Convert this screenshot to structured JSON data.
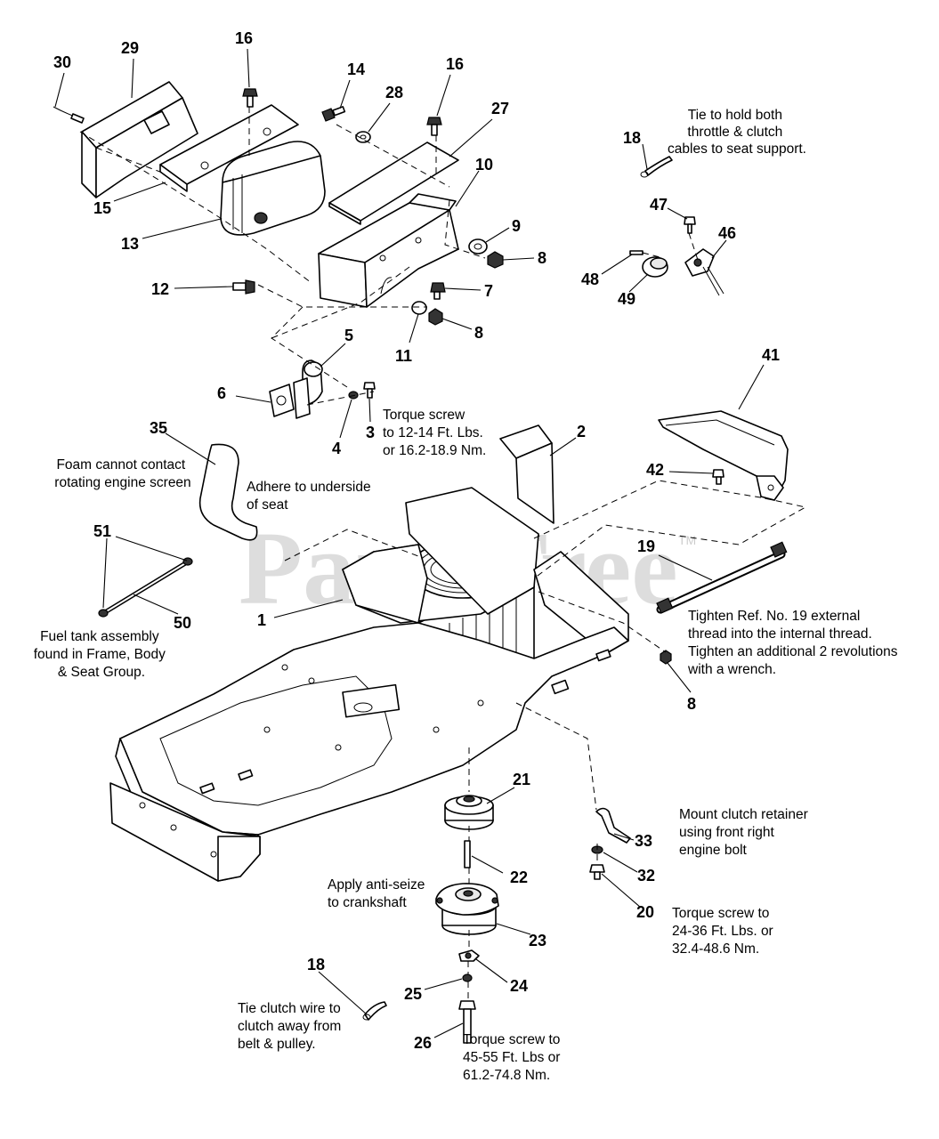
{
  "watermark": {
    "text": "PartsTree",
    "tm": "TM"
  },
  "callouts": [
    "30",
    "29",
    "16",
    "14",
    "28",
    "16",
    "27",
    "15",
    "10",
    "13",
    "9",
    "8",
    "12",
    "7",
    "8",
    "11",
    "5",
    "6",
    "4",
    "3",
    "35",
    "2",
    "41",
    "42",
    "51",
    "50",
    "1",
    "19",
    "8",
    "21",
    "22",
    "33",
    "32",
    "20",
    "23",
    "24",
    "25",
    "18",
    "26",
    "18",
    "47",
    "46",
    "48",
    "49"
  ],
  "notes": [
    [
      "Tie to hold both",
      "throttle & clutch",
      "cables to seat support."
    ],
    [
      "Torque screw",
      "to 12-14 Ft. Lbs.",
      "or 16.2-18.9 Nm."
    ],
    [
      "Foam cannot contact",
      "rotating engine screen"
    ],
    [
      "Adhere to underside",
      "of seat"
    ],
    [
      "Fuel tank assembly",
      "found in Frame, Body",
      "& Seat Group."
    ],
    [
      "Tighten Ref. No. 19 external",
      "thread into the internal thread.",
      "Tighten an additional 2 revolutions",
      "with a wrench."
    ],
    [
      "Mount clutch retainer",
      "using front right",
      "engine bolt"
    ],
    [
      "Apply anti-seize",
      "to crankshaft"
    ],
    [
      "Torque screw to",
      "24-36 Ft. Lbs. or",
      "32.4-48.6 Nm."
    ],
    [
      "Tie clutch wire to",
      "clutch away from",
      "belt & pulley."
    ],
    [
      "Torque screw to",
      "45-55 Ft. Lbs or",
      "61.2-74.8 Nm."
    ]
  ]
}
